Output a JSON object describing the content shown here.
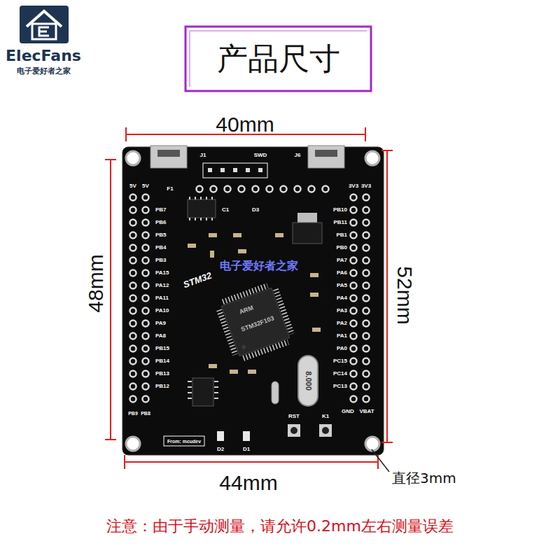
{
  "diagram": {
    "title": "产品尺寸",
    "labels": [
      "ElecFans",
      "电子爱好者之家",
      "40mm",
      "52mm",
      "48mm",
      "44mm",
      "直径3mm",
      "注意：由于手动测量，请允许0.2mm左右测量误差",
      "J1",
      "SWD",
      "J6",
      "5V",
      "5V",
      "3V3",
      "3V3",
      "F1",
      "STM32",
      "ARM",
      "STM32F103",
      "8.000",
      "RST",
      "K1",
      "GND",
      "VBAT",
      "PB9",
      "PB8",
      "From: mcudev",
      "D2",
      "D1",
      "电子爱好者之家",
      "PB7",
      "PB6",
      "PB5",
      "PB4",
      "PB3",
      "PA15",
      "PA12",
      "PA11",
      "PA10",
      "PA9",
      "PA8",
      "PB15",
      "PB14",
      "PB13",
      "PB12",
      "PB10",
      "PB11",
      "PB1",
      "PB0",
      "PA7",
      "PA6",
      "PA5",
      "PA4",
      "PA3",
      "PA2",
      "PA1",
      "PA0",
      "PC15",
      "PC14",
      "PC13",
      "C1",
      "D3"
    ]
  }
}
